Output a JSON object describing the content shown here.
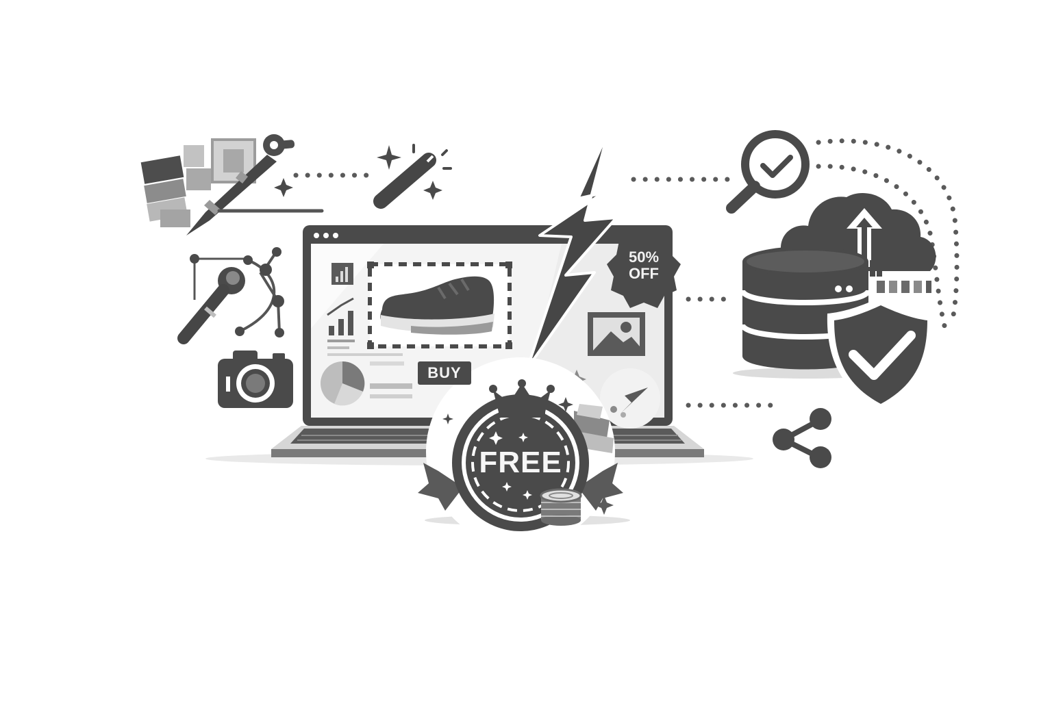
{
  "illustration": {
    "buy_label": "BUY",
    "discount_percent": "50%",
    "discount_word": "OFF",
    "free_label": "FREE"
  },
  "icons": [
    "color-swatch-icon",
    "pen-tool-icon",
    "magic-wand-icon",
    "lightning-bolt-icon",
    "bezier-curve-icon",
    "brush-icon",
    "camera-icon",
    "laptop-icon",
    "product-shoe-icon",
    "bar-chart-icon",
    "pie-chart-icon",
    "image-placeholder-icon",
    "cursor-arrow-icon",
    "discount-badge-icon",
    "free-badge-icon",
    "crown-icon",
    "coin-stack-icon",
    "search-check-icon",
    "cloud-upload-icon",
    "database-icon",
    "shield-check-icon",
    "share-icon"
  ],
  "colors": {
    "dark": "#464646",
    "mid": "#8a8a8a",
    "light": "#d0d0d0",
    "background": "#ffffff"
  }
}
